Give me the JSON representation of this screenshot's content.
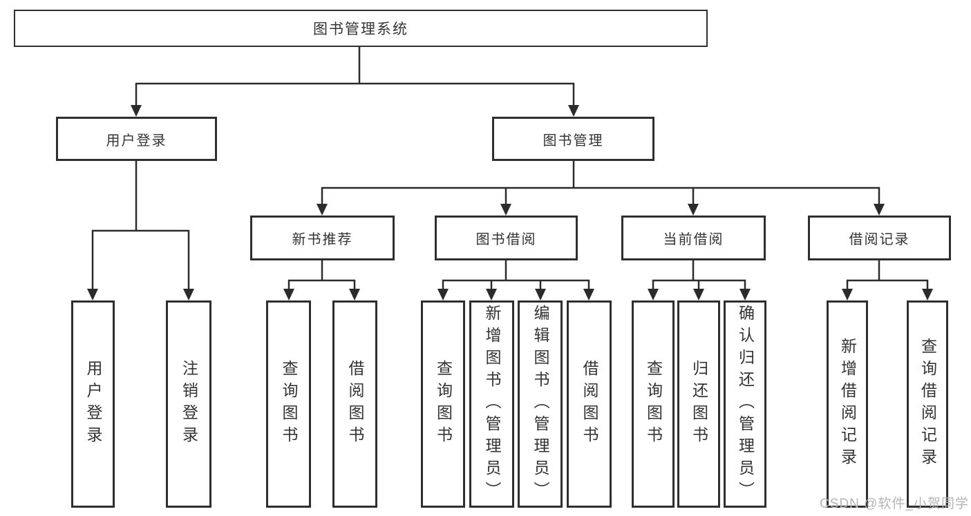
{
  "tree": {
    "root": {
      "label": "图书管理系统",
      "children": [
        {
          "label": "用户登录",
          "children": [
            {
              "label": "用户登录"
            },
            {
              "label": "注销登录"
            }
          ]
        },
        {
          "label": "图书管理",
          "children": [
            {
              "label": "新书推荐",
              "children": [
                {
                  "label": "查询图书"
                },
                {
                  "label": "借阅图书"
                }
              ]
            },
            {
              "label": "图书借阅",
              "children": [
                {
                  "label": "查询图书"
                },
                {
                  "label": "新增图书（管理员）"
                },
                {
                  "label": "编辑图书（管理员）"
                },
                {
                  "label": "借阅图书"
                }
              ]
            },
            {
              "label": "当前借阅",
              "children": [
                {
                  "label": "查询图书"
                },
                {
                  "label": "归还图书"
                },
                {
                  "label": "确认归还（管理员）"
                }
              ]
            },
            {
              "label": "借阅记录",
              "children": [
                {
                  "label": "新增借阅记录"
                },
                {
                  "label": "查询借阅记录"
                }
              ]
            }
          ]
        }
      ]
    }
  },
  "watermark": "CSDN @软件_小贺同学",
  "colors": {
    "line": "#2b2b2b",
    "box_border": "#2e2e2e",
    "text": "#333333",
    "watermark": "#b4b4b4",
    "background": "#ffffff"
  }
}
